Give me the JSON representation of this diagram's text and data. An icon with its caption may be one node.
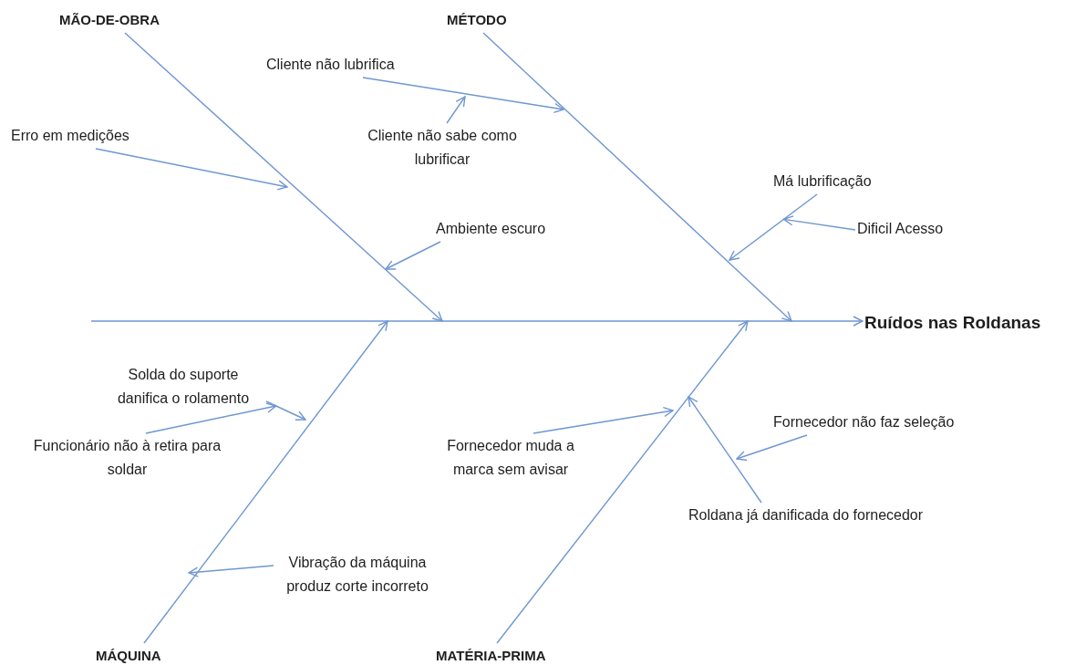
{
  "diagram": {
    "nodes": [
      {
        "text": [
          "Ruídos nas Roldanas"
        ]
      },
      {
        "text": [
          "MÃO-DE-OBRA"
        ]
      },
      {
        "text": [
          "MÉTODO"
        ]
      },
      {
        "text": [
          "MÁQUINA"
        ]
      },
      {
        "text": [
          "MATÉRIA-PRIMA"
        ]
      },
      {
        "text": [
          "Erro em medições"
        ]
      },
      {
        "text": [
          "Ambiente escuro"
        ]
      },
      {
        "text": [
          "Cliente não lubrifica"
        ]
      },
      {
        "text": [
          "Cliente não sabe como lubrificar"
        ]
      },
      {
        "text": [
          "Má lubrificação"
        ]
      },
      {
        "text": [
          "Dificil Acesso"
        ]
      },
      {
        "text": [
          "Solda do suporte danifica o rolamento"
        ]
      },
      {
        "text": [
          "Funcionário não à retira para soldar"
        ]
      },
      {
        "text": [
          "Vibração da máquina produz corte incorreto"
        ]
      },
      {
        "text": [
          "Fornecedor muda a marca sem avisar"
        ]
      },
      {
        "text": [
          "Roldana já danificada do fornecedor"
        ]
      },
      {
        "text": [
          "Fornecedor não faz seleção"
        ]
      }
    ],
    "edges": [
      {
        "from": 1,
        "to": null,
        "arrow": "to"
      },
      {
        "from": 2,
        "to": null,
        "arrow": "to"
      },
      {
        "from": 3,
        "to": null,
        "arrow": "to"
      },
      {
        "from": 4,
        "to": null,
        "arrow": "to"
      },
      {
        "from": null,
        "to": 0,
        "arrow": "to"
      },
      {
        "from": 5,
        "to": null,
        "arrow": "to"
      },
      {
        "from": 6,
        "to": null,
        "arrow": "to"
      },
      {
        "from": 7,
        "to": null,
        "arrow": "to"
      },
      {
        "from": 8,
        "to": null,
        "arrow": "to"
      },
      {
        "from": 9,
        "to": null,
        "arrow": "to"
      },
      {
        "from": 10,
        "to": 9,
        "arrow": "to"
      },
      {
        "from": 11,
        "to": null,
        "arrow": "to"
      },
      {
        "from": 12,
        "to": 11,
        "arrow": "to"
      },
      {
        "from": 13,
        "to": null,
        "arrow": "to"
      },
      {
        "from": 14,
        "to": null,
        "arrow": "to"
      },
      {
        "from": 15,
        "to": null,
        "arrow": "to"
      },
      {
        "from": 16,
        "to": null,
        "arrow": "to"
      }
    ]
  }
}
